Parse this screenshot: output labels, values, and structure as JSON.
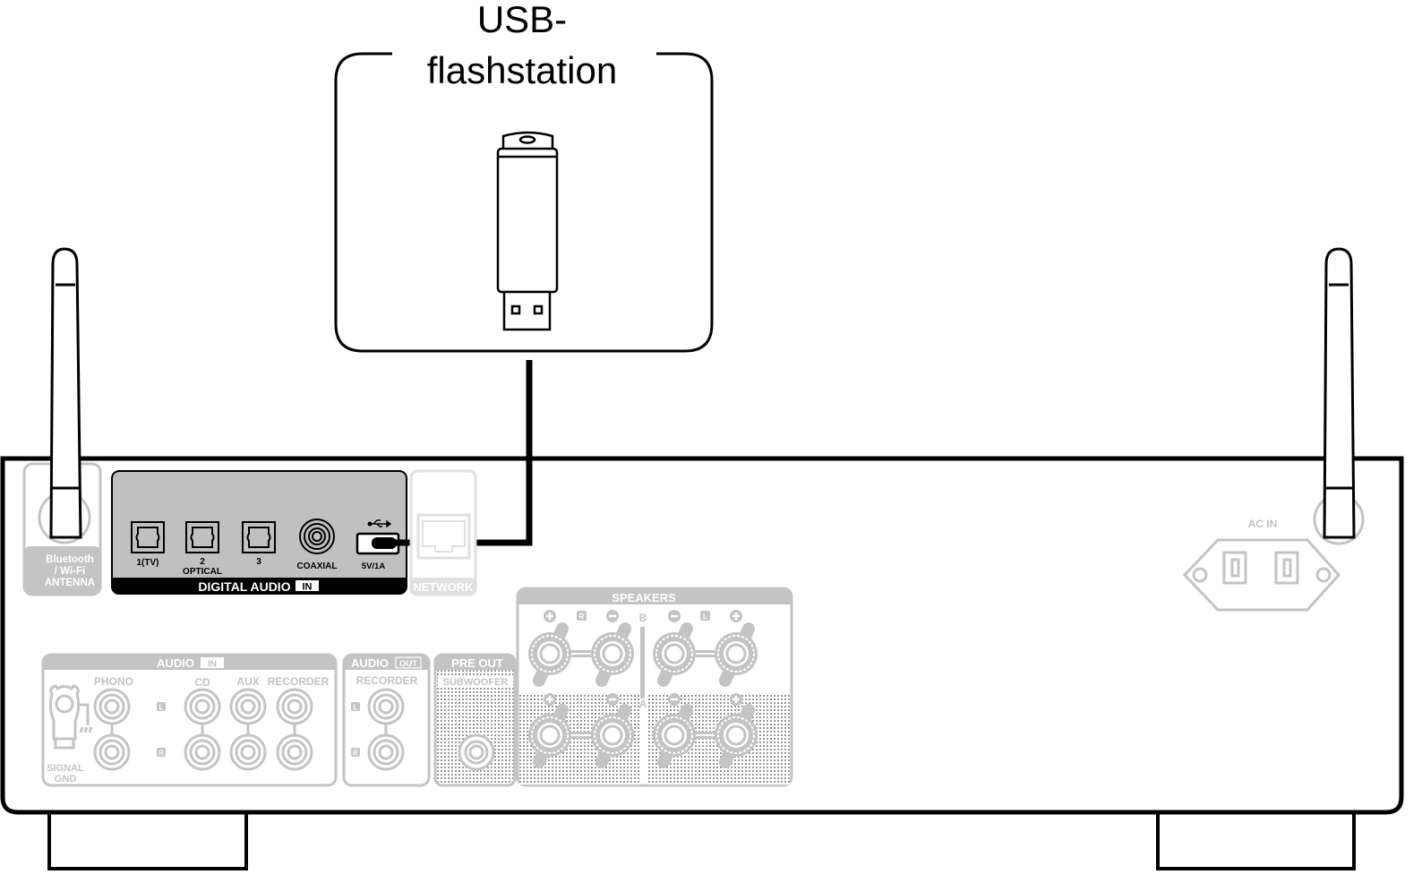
{
  "title": {
    "line1": "USB-",
    "line2": "flashstation"
  },
  "colors": {
    "outline": "#000000",
    "faded": "#c4c4c4",
    "panel": "#c0c0c0",
    "background": "#ffffff"
  },
  "antenna": {
    "line1": "Bluetooth",
    "line2": "/ Wi-Fi",
    "line3": "ANTENNA"
  },
  "digital_audio": {
    "ports": [
      "1(TV)",
      "2",
      "3",
      "COAXIAL",
      "5V/1A"
    ],
    "optical_label": "OPTICAL",
    "label": "DIGITAL AUDIO",
    "badge": "IN",
    "usb_icon": "usb-icon"
  },
  "network": {
    "label": "NETWORK"
  },
  "ac_in": {
    "label": "AC IN"
  },
  "speakers": {
    "label": "SPEAKERS",
    "plus": "+",
    "minus": "−",
    "r": "R",
    "l": "L",
    "b": "B",
    "a": "A"
  },
  "audio_in": {
    "label": "AUDIO",
    "badge": "IN",
    "phono": "PHONO",
    "cd": "CD",
    "aux": "AUX",
    "recorder": "RECORDER",
    "signal": "SIGNAL",
    "gnd": "GND",
    "l": "L",
    "r": "R"
  },
  "audio_out": {
    "label": "AUDIO",
    "badge": "OUT",
    "recorder": "RECORDER",
    "l": "L",
    "r": "R"
  },
  "pre_out": {
    "label": "PRE OUT",
    "sub": "SUBWOOFER"
  }
}
